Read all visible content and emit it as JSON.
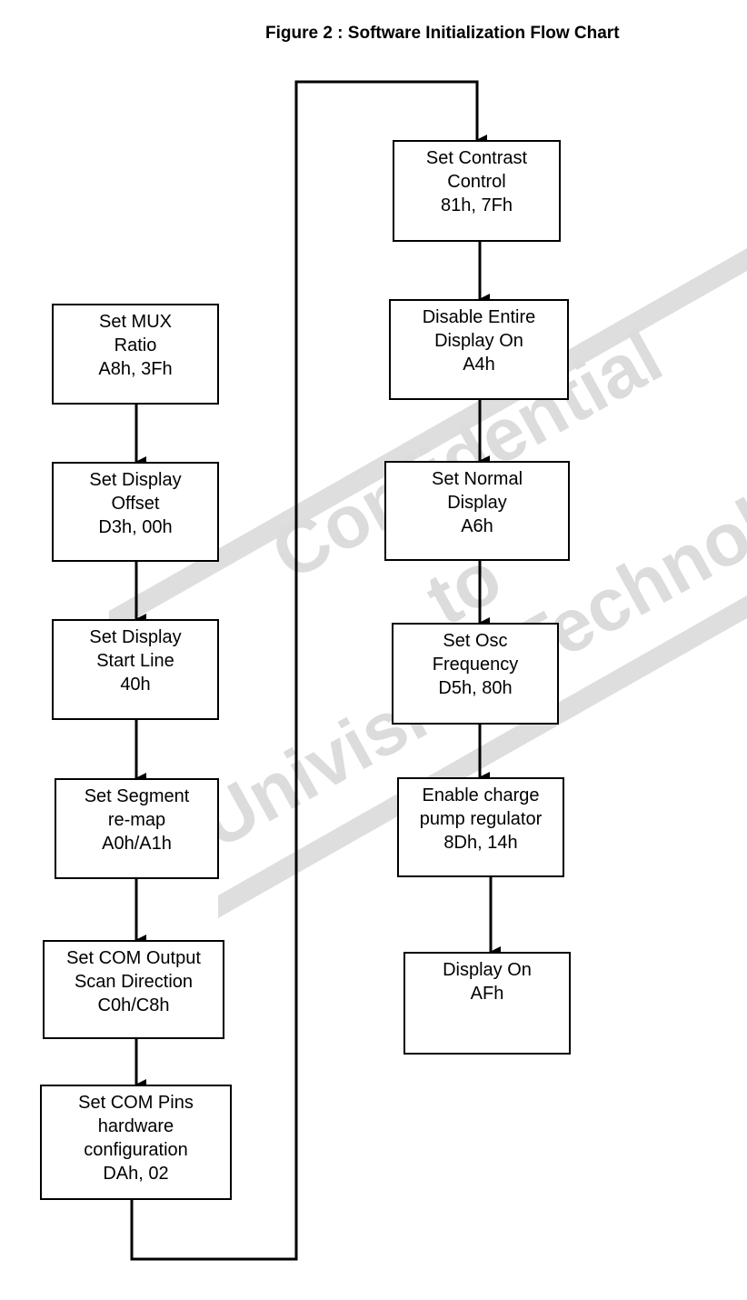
{
  "title": "Figure 2 : Software Initialization Flow Chart",
  "watermark": {
    "line1": "Confidential",
    "line2": "to",
    "line3": "Univision Technology"
  },
  "steps": [
    {
      "id": "set-mux-ratio",
      "lines": [
        "Set MUX",
        "Ratio",
        "A8h, 3Fh"
      ]
    },
    {
      "id": "set-display-offset",
      "lines": [
        "Set Display",
        "Offset",
        "D3h, 00h"
      ]
    },
    {
      "id": "set-display-start-line",
      "lines": [
        "Set Display",
        "Start Line",
        "40h"
      ]
    },
    {
      "id": "set-segment-remap",
      "lines": [
        "Set Segment",
        "re-map",
        "A0h/A1h"
      ]
    },
    {
      "id": "set-com-output-scan-direction",
      "lines": [
        "Set COM Output",
        "Scan Direction",
        "C0h/C8h"
      ]
    },
    {
      "id": "set-com-pins-hardware-configuration",
      "lines": [
        "Set COM Pins",
        "hardware",
        "configuration",
        "DAh, 02"
      ]
    },
    {
      "id": "set-contrast-control",
      "lines": [
        "Set Contrast",
        "Control",
        "81h, 7Fh"
      ]
    },
    {
      "id": "disable-entire-display-on",
      "lines": [
        "Disable Entire",
        "Display On",
        "A4h"
      ]
    },
    {
      "id": "set-normal-display",
      "lines": [
        "Set Normal",
        "Display",
        "A6h"
      ]
    },
    {
      "id": "set-osc-frequency",
      "lines": [
        "Set Osc",
        "Frequency",
        "D5h, 80h"
      ]
    },
    {
      "id": "enable-charge-pump-regulator",
      "lines": [
        "Enable charge",
        "pump regulator",
        "8Dh, 14h"
      ]
    },
    {
      "id": "display-on",
      "lines": [
        "Display On",
        "AFh"
      ]
    }
  ]
}
